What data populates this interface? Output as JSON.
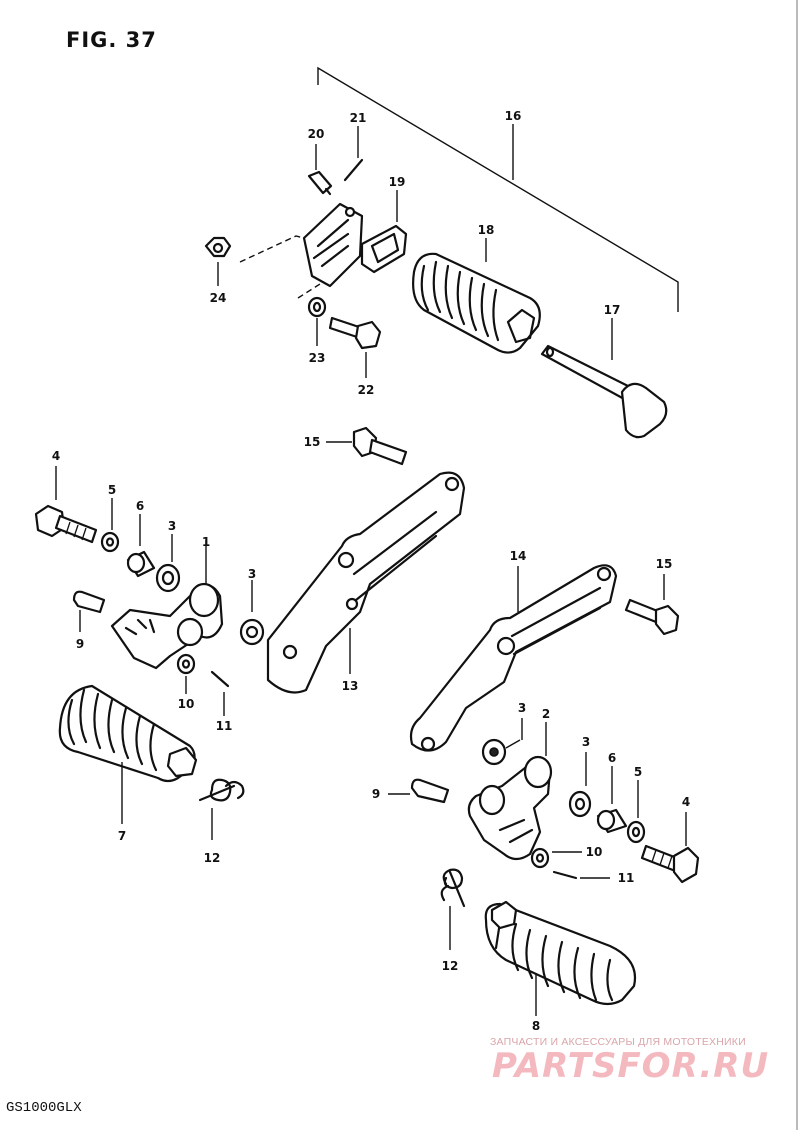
{
  "figure": {
    "title": "FIG. 37",
    "model": "GS1000GLX"
  },
  "watermark": {
    "caption": "ЗАПЧАСТИ И АКСЕССУАРЫ ДЛЯ МОТОТЕХНИКИ",
    "logo": "PARTSFOR.RU",
    "color": "#f3b9bf"
  },
  "callouts": {
    "c1": "1",
    "c2": "2",
    "c3a": "3",
    "c3b": "3",
    "c3c": "3",
    "c3d": "3",
    "c4a": "4",
    "c4b": "4",
    "c5a": "5",
    "c5b": "5",
    "c6a": "6",
    "c6b": "6",
    "c7": "7",
    "c8": "8",
    "c9a": "9",
    "c9b": "9",
    "c10a": "10",
    "c10b": "10",
    "c11a": "11",
    "c11b": "11",
    "c12a": "12",
    "c12b": "12",
    "c13": "13",
    "c14": "14",
    "c15a": "15",
    "c15b": "15",
    "c16": "16",
    "c17": "17",
    "c18": "18",
    "c19": "19",
    "c20": "20",
    "c21": "21",
    "c22": "22",
    "c23": "23",
    "c24": "24"
  }
}
